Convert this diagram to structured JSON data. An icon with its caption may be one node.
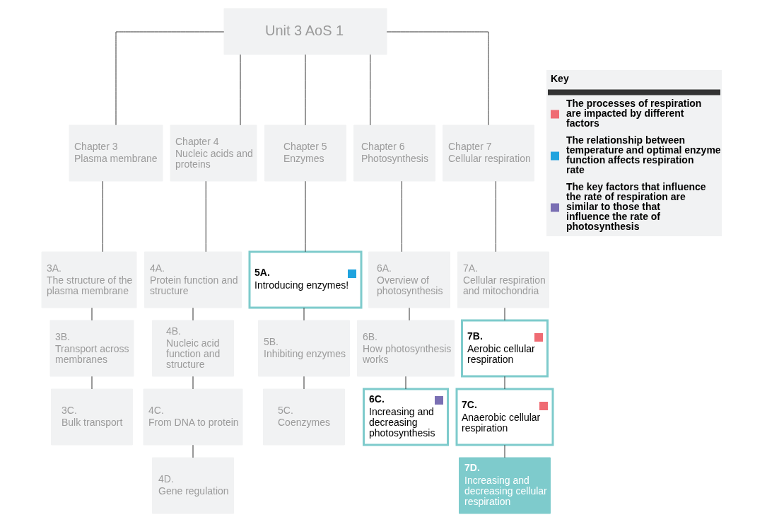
{
  "diagram": {
    "nodes": [
      {
        "text": [
          "Unit 3 AoS 1"
        ]
      },
      {
        "text": [
          "Chapter 3",
          "Plasma membrane"
        ]
      },
      {
        "text": [
          "Chapter 4",
          "Nucleic acids and proteins"
        ]
      },
      {
        "text": [
          "Chapter 5",
          "Enzymes"
        ]
      },
      {
        "text": [
          "Chapter 6",
          "Photosynthesis"
        ]
      },
      {
        "text": [
          "Chapter 7",
          "Cellular respiration"
        ]
      },
      {
        "text": [
          "3A.",
          "The structure of the plasma membrane"
        ]
      },
      {
        "text": [
          "4A.",
          "Protein function and structure"
        ]
      },
      {
        "text": [
          "5A.",
          "Introducing enzymes!"
        ]
      },
      {
        "text": [
          "6A.",
          "Overview of photosynthesis"
        ]
      },
      {
        "text": [
          "7A.",
          "Cellular respiration and mitochondria"
        ]
      },
      {
        "text": [
          "3B.",
          "Transport across membranes"
        ]
      },
      {
        "text": [
          "4B.",
          "Nucleic acid function and structure"
        ]
      },
      {
        "text": [
          "5B.",
          "Inhibiting enzymes"
        ]
      },
      {
        "text": [
          "6B.",
          "How photosynthesis works"
        ]
      },
      {
        "text": [
          "7B.",
          "Aerobic cellular respiration"
        ]
      },
      {
        "text": [
          "3C.",
          "Bulk transport"
        ]
      },
      {
        "text": [
          "4C.",
          "From DNA to protein"
        ]
      },
      {
        "text": [
          "5C.",
          "Coenzymes"
        ]
      },
      {
        "text": [
          "6C.",
          "Increasing and decreasing photosynthesis"
        ]
      },
      {
        "text": [
          "7C.",
          "Anaerobic cellular respiration"
        ]
      },
      {
        "text": [
          "4D.",
          "Gene regulation"
        ]
      },
      {
        "text": [
          "7D.",
          "Increasing and decreasing cellular respiration"
        ]
      }
    ],
    "edges": [
      {
        "from": 0,
        "to": 1,
        "arrow": "none"
      },
      {
        "from": 0,
        "to": 2,
        "arrow": "none"
      },
      {
        "from": 0,
        "to": 3,
        "arrow": "none"
      },
      {
        "from": 0,
        "to": 4,
        "arrow": "none"
      },
      {
        "from": 0,
        "to": 5,
        "arrow": "none"
      },
      {
        "from": 1,
        "to": 6,
        "arrow": "none"
      },
      {
        "from": 6,
        "to": 11,
        "arrow": "none"
      },
      {
        "from": 11,
        "to": 16,
        "arrow": "none"
      },
      {
        "from": 2,
        "to": 7,
        "arrow": "none"
      },
      {
        "from": 7,
        "to": 12,
        "arrow": "none"
      },
      {
        "from": 12,
        "to": 17,
        "arrow": "none"
      },
      {
        "from": 17,
        "to": 21,
        "arrow": "none"
      },
      {
        "from": 3,
        "to": 8,
        "arrow": "none"
      },
      {
        "from": 8,
        "to": 13,
        "arrow": "none"
      },
      {
        "from": 13,
        "to": 18,
        "arrow": "none"
      },
      {
        "from": 4,
        "to": 9,
        "arrow": "none"
      },
      {
        "from": 9,
        "to": 14,
        "arrow": "none"
      },
      {
        "from": 14,
        "to": 19,
        "arrow": "none"
      },
      {
        "from": 5,
        "to": 10,
        "arrow": "none"
      },
      {
        "from": 10,
        "to": 15,
        "arrow": "none"
      },
      {
        "from": 15,
        "to": 20,
        "arrow": "none"
      },
      {
        "from": 20,
        "to": 22,
        "arrow": "none"
      }
    ],
    "labels": [
      "Key"
    ],
    "legend": [
      {
        "text": "The processes of respiration are impacted by different factors",
        "color": "#ef6b73"
      },
      {
        "text": "The relationship between temperature and optimal enzyme function affects respiration rate",
        "color": "#1fa3de"
      },
      {
        "text": "The key factors that influence the rate of respiration are similar to those that influence the rate of photosynthesis",
        "color": "#7a6fb3"
      }
    ]
  }
}
